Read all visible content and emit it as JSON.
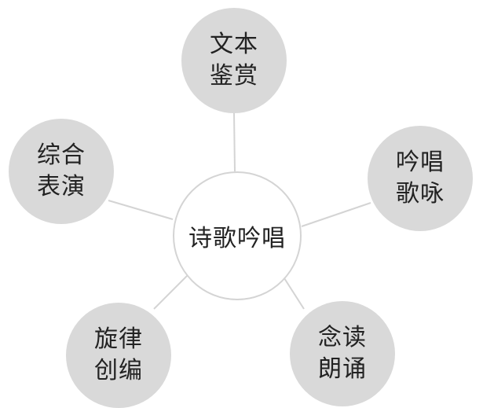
{
  "diagram": {
    "center": {
      "label": "诗歌吟唱"
    },
    "nodes": [
      {
        "line1": "文本",
        "line2": "鉴赏"
      },
      {
        "line1": "吟唱",
        "line2": "歌咏"
      },
      {
        "line1": "念读",
        "line2": "朗诵"
      },
      {
        "line1": "旋律",
        "line2": "创编"
      },
      {
        "line1": "综合",
        "line2": "表演"
      }
    ]
  },
  "colors": {
    "outer_fill": "#d9d9d9",
    "center_fill": "#ffffff",
    "connector": "#d4d4d4",
    "text": "#222222"
  }
}
